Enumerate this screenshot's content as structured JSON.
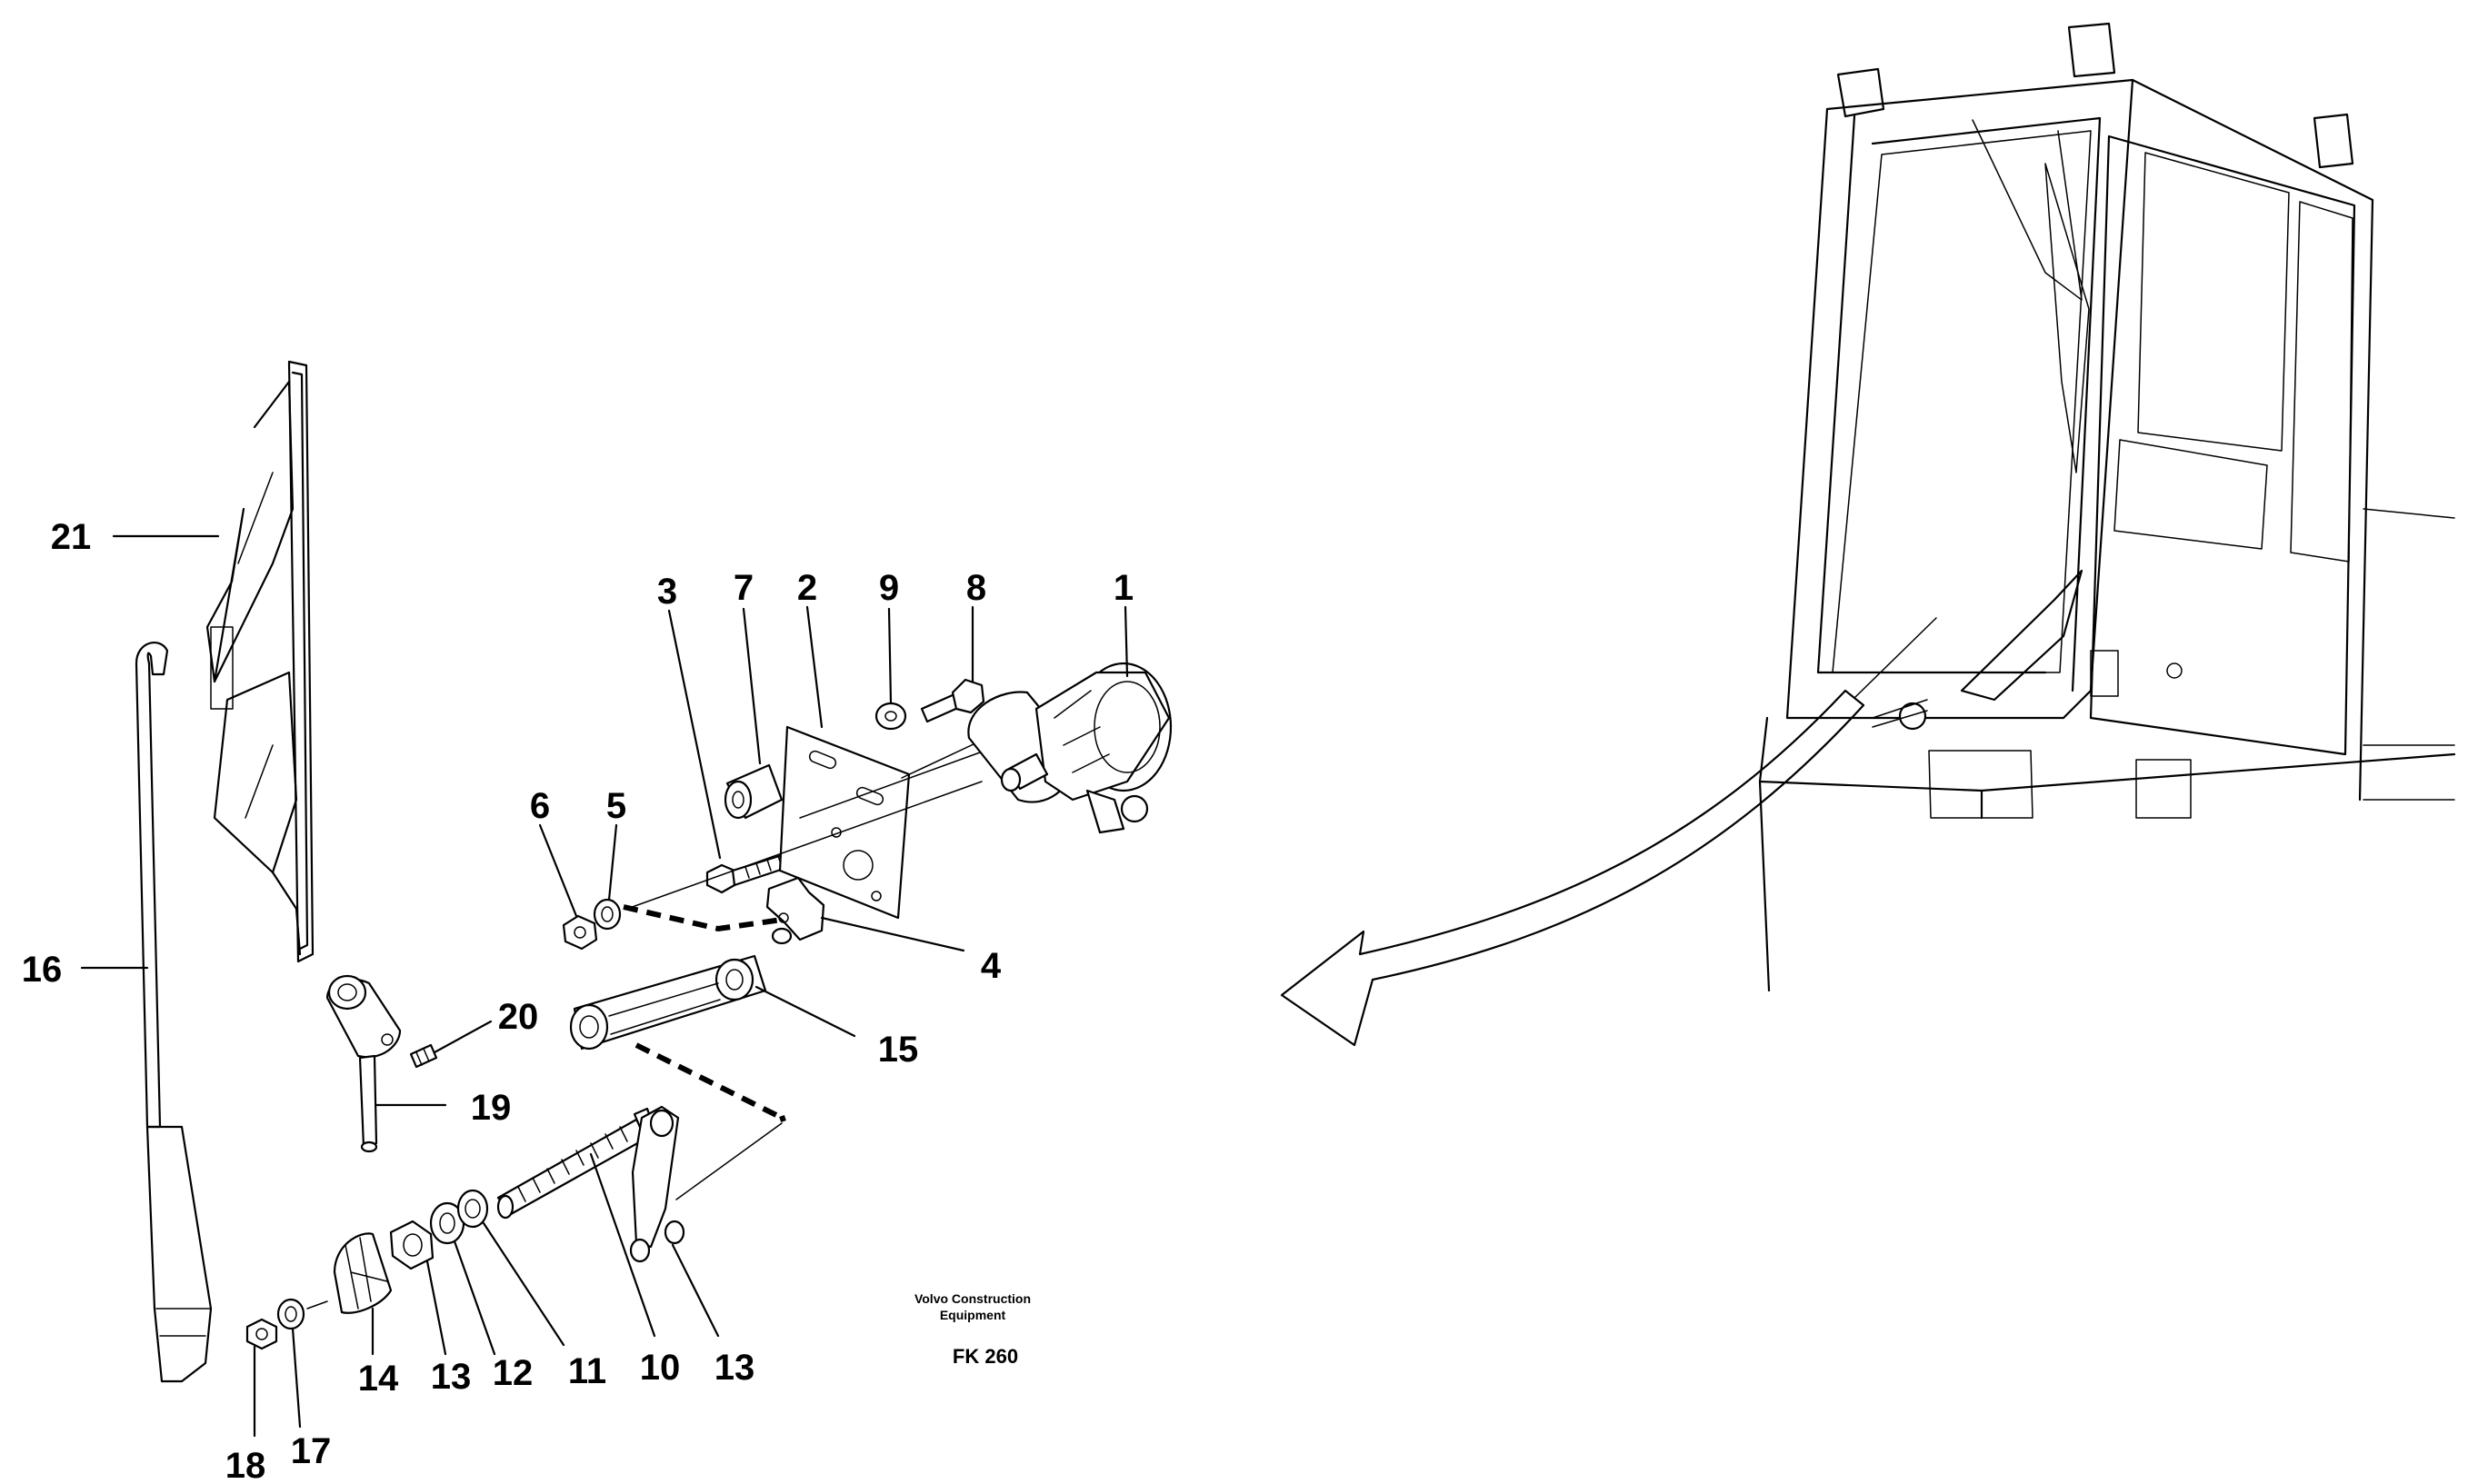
{
  "callouts": {
    "c1": "1",
    "c2": "2",
    "c3": "3",
    "c4": "4",
    "c5": "5",
    "c6": "6",
    "c7": "7",
    "c8": "8",
    "c9": "9",
    "c10": "10",
    "c11": "11",
    "c12": "12",
    "c13a": "13",
    "c13b": "13",
    "c14": "14",
    "c15": "15",
    "c16": "16",
    "c17": "17",
    "c18": "18",
    "c19": "19",
    "c20": "20",
    "c21": "21"
  },
  "footer": {
    "company_line1": "Volvo Construction",
    "company_line2": "Equipment",
    "code": "FK 260"
  }
}
